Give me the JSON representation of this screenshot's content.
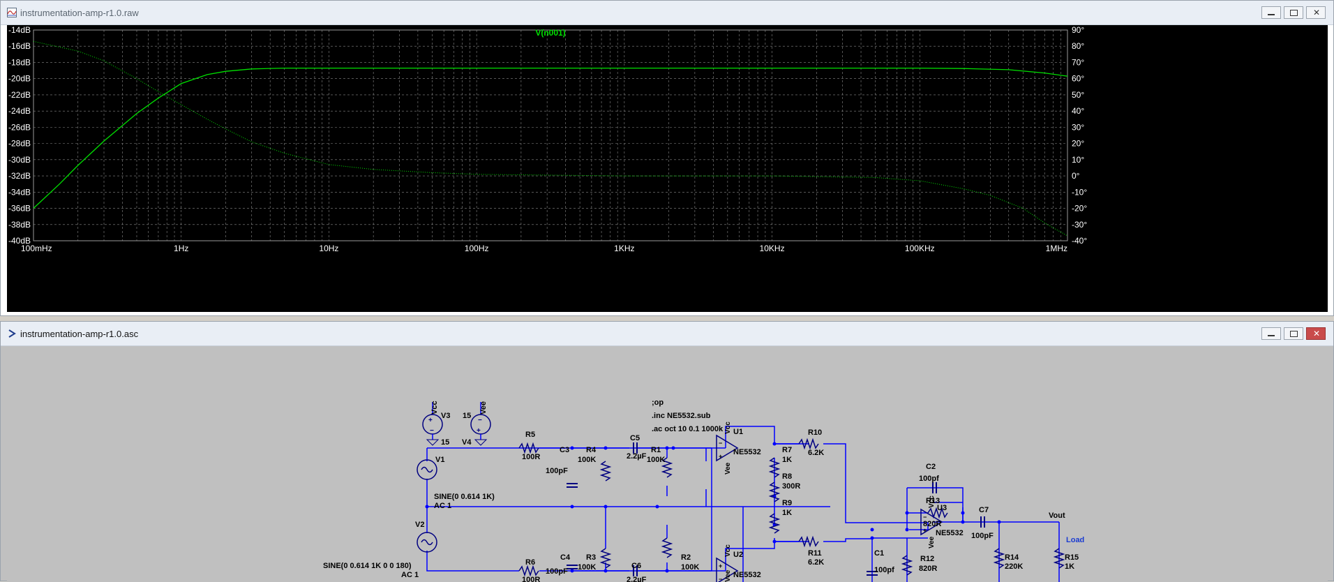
{
  "waveform_window": {
    "title": "instrumentation-amp-r1.0.raw",
    "trace_label": "V(n001)",
    "colors": {
      "trace": "#00e000",
      "axis_text": "#ffffff",
      "grid": "#8a8a8a",
      "background": "#000000"
    }
  },
  "schematic_window": {
    "title": "instrumentation-amp-r1.0.asc",
    "colors": {
      "wire": "#0000ff",
      "component": "#000080",
      "text": "#000000",
      "background": "#c0c0c0"
    },
    "directives": [
      ";op",
      ".inc NE5532.sub",
      ".ac oct 10 0.1 1000k"
    ],
    "sources": {
      "v3_net": "Vcc",
      "v3_name": "V3",
      "v3_value": "15",
      "v4_net": "Vee",
      "v4_name": "V4",
      "v4_value": "15",
      "v1_name": "V1",
      "v1_line1": "SINE(0 0.614 1K)",
      "v1_line2": "AC 1",
      "v2_name": "V2",
      "v2_line1": "SINE(0 0.614 1K 0 0 180)",
      "v2_line2": "AC 1"
    },
    "components": {
      "R5": "100R",
      "R6": "100R",
      "C3": "100pF",
      "C4": "100pF",
      "R4": "100K",
      "R3": "100K",
      "C5": "2.2µF",
      "C6": "2.2µF",
      "R1": "100K",
      "R2": "100K",
      "U1": "NE5532",
      "U2": "NE5532",
      "U3": "NE5532",
      "R7": "1K",
      "R8": "300R",
      "R9": "1K",
      "R10": "6.2K",
      "R11": "6.2K",
      "C1": "100pf",
      "R12": "820R",
      "C2": "100pf",
      "R13": "820R",
      "C7": "100pF",
      "R14": "220K",
      "R15": "1K"
    },
    "net_labels": {
      "vout": "Vout",
      "load": "Load",
      "vcc": "Vcc",
      "vee": "Vee"
    }
  },
  "chart_data": {
    "type": "line",
    "title": "V(n001)",
    "x_scale": "log",
    "xlim": [
      0.1,
      1000000
    ],
    "x_tick_labels": [
      "100mHz",
      "1Hz",
      "10Hz",
      "100Hz",
      "1KHz",
      "10KHz",
      "100KHz",
      "1MHz"
    ],
    "y_left_label_unit": "dB",
    "ylim_left": [
      -40,
      -14
    ],
    "y_left_tick_labels": [
      "-14dB",
      "-16dB",
      "-18dB",
      "-20dB",
      "-22dB",
      "-24dB",
      "-26dB",
      "-28dB",
      "-30dB",
      "-32dB",
      "-34dB",
      "-36dB",
      "-38dB",
      "-40dB"
    ],
    "ylim_right": [
      -40,
      90
    ],
    "y_right_tick_labels": [
      "90°",
      "80°",
      "70°",
      "60°",
      "50°",
      "40°",
      "30°",
      "20°",
      "10°",
      "0°",
      "-10°",
      "-20°",
      "-30°",
      "-40°"
    ],
    "grid": true,
    "series": [
      {
        "name": "V(n001)",
        "style": "solid",
        "axis": "left",
        "x": [
          0.1,
          0.15,
          0.2,
          0.3,
          0.5,
          0.7,
          1,
          1.5,
          2,
          3,
          5,
          10,
          100,
          1000,
          10000,
          100000,
          200000,
          400000,
          700000,
          1000000
        ],
        "values": [
          -36.0,
          -33.0,
          -30.7,
          -27.7,
          -24.3,
          -22.4,
          -20.6,
          -19.5,
          -19.1,
          -18.8,
          -18.7,
          -18.7,
          -18.7,
          -18.7,
          -18.7,
          -18.7,
          -18.75,
          -18.9,
          -19.3,
          -19.7
        ]
      },
      {
        "name": "phase",
        "style": "dotted",
        "axis": "right",
        "x": [
          0.1,
          0.2,
          0.3,
          0.5,
          0.7,
          1,
          1.5,
          2,
          3,
          5,
          10,
          20,
          50,
          100,
          1000,
          10000,
          50000,
          100000,
          200000,
          300000,
          500000,
          700000,
          1000000
        ],
        "values": [
          83,
          77,
          71,
          60,
          52,
          44,
          35,
          29,
          21,
          14,
          7,
          4,
          2,
          1,
          0,
          0,
          -1,
          -3,
          -8,
          -12,
          -20,
          -29,
          -37
        ]
      }
    ]
  }
}
